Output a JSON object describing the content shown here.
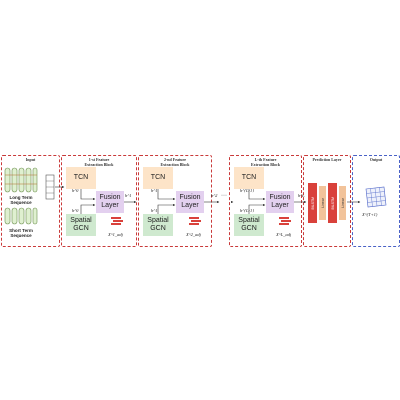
{
  "input": {
    "title": "Input",
    "long_term_label": "Long Term\nSequence",
    "short_term_label": "Short Term\nSequence"
  },
  "blocks": [
    {
      "title": "1-st Feature\nExtraction Block",
      "tcn": "TCN",
      "fusion": "Fusion\nLayer",
      "gcn": "Spatial\nGCN",
      "h_top": "h^0",
      "h_bot": "h^0",
      "h_out": "h^1",
      "x_adj": "X^1_adj"
    },
    {
      "title": "2-nd Feature\nExtraction Block",
      "tcn": "TCN",
      "fusion": "Fusion\nLayer",
      "gcn": "Spatial\nGCN",
      "h_top": "h^1",
      "h_bot": "h^1",
      "h_out": "h^2",
      "x_adj": "X^2_adj"
    },
    {
      "title": "L-th Feature\nExtraction Block",
      "tcn": "TCN",
      "fusion": "Fusion\nLayer",
      "gcn": "Spatial\nGCN",
      "h_top": "h^{L-1}",
      "h_bot": "h^{L-1}",
      "h_out": "h^L",
      "x_adj": "X^L_adj"
    }
  ],
  "prediction": {
    "title": "Prediction Layer",
    "layers": [
      "BiLSTM",
      "Linear",
      "BiLSTM",
      "Linear"
    ]
  },
  "output": {
    "title": "Output",
    "label": "X^(T+1)"
  },
  "colors": {
    "red_dash": "#c93a3a",
    "blue_dash": "#4a62c7",
    "tcn": "#fde4c8",
    "gcn": "#cfe9cf",
    "fusion": "#e3d0ef",
    "bar": "#d9413b",
    "linear": "#f2c39a"
  }
}
